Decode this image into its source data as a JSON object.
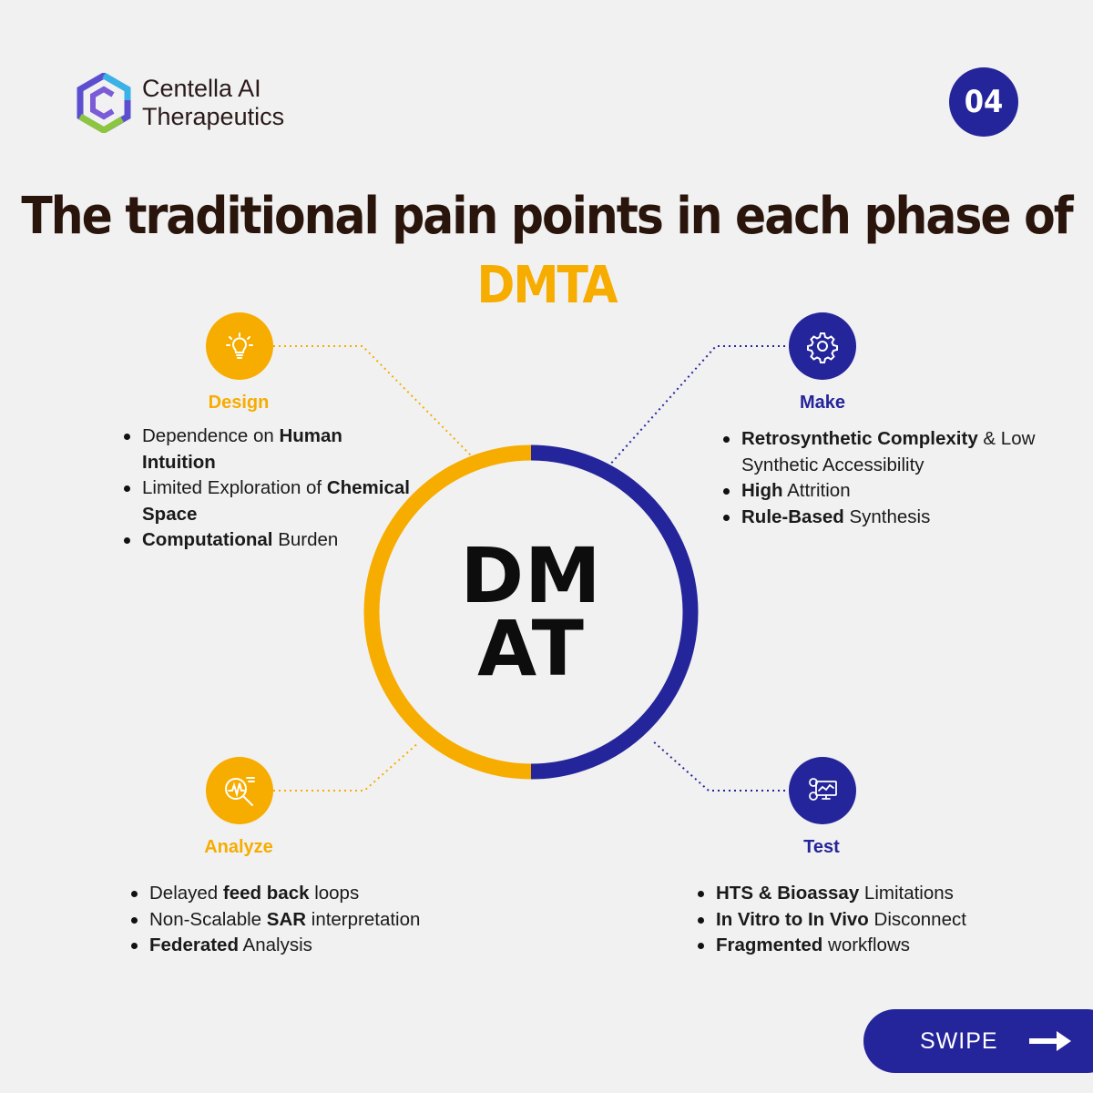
{
  "brand": {
    "line1": "Centella AI",
    "line2": "Therapeutics"
  },
  "page_number": "04",
  "title": {
    "main": "The traditional pain points in each phase of ",
    "accent": "DMTA"
  },
  "center": {
    "line1": "DM",
    "line2": "AT"
  },
  "phases": {
    "design": {
      "label": "Design",
      "icon": "lightbulb-icon",
      "points": [
        [
          {
            "t": "Dependence on "
          },
          {
            "t": "Human Intuition",
            "b": true
          }
        ],
        [
          {
            "t": "Limited Exploration of "
          },
          {
            "t": "Chemical Space",
            "b": true
          }
        ],
        [
          {
            "t": "Computational",
            "b": true
          },
          {
            "t": " Burden"
          }
        ]
      ]
    },
    "make": {
      "label": "Make",
      "icon": "gear-icon",
      "points": [
        [
          {
            "t": "Retrosynthetic Complexity",
            "b": true
          },
          {
            "t": " & Low Synthetic Accessibility"
          }
        ],
        [
          {
            "t": "High",
            "b": true
          },
          {
            "t": " Attrition"
          }
        ],
        [
          {
            "t": "Rule-Based",
            "b": true
          },
          {
            "t": " Synthesis"
          }
        ]
      ]
    },
    "analyze": {
      "label": "Analyze",
      "icon": "magnifier-chart-icon",
      "points": [
        [
          {
            "t": "Delayed "
          },
          {
            "t": "feed back",
            "b": true
          },
          {
            "t": " loops"
          }
        ],
        [
          {
            "t": "Non-Scalable "
          },
          {
            "t": "SAR",
            "b": true
          },
          {
            "t": " interpretation"
          }
        ],
        [
          {
            "t": "Federated",
            "b": true
          },
          {
            "t": " Analysis"
          }
        ]
      ]
    },
    "test": {
      "label": "Test",
      "icon": "monitor-gears-icon",
      "points": [
        [
          {
            "t": "HTS & Bioassay",
            "b": true
          },
          {
            "t": " Limitations"
          }
        ],
        [
          {
            "t": "In Vitro to In Vivo",
            "b": true
          },
          {
            "t": " Disconnect"
          }
        ],
        [
          {
            "t": "Fragmented",
            "b": true
          },
          {
            "t": " workflows"
          }
        ]
      ]
    }
  },
  "swipe": {
    "label": "SWIPE",
    "icon": "arrow-right-icon"
  },
  "colors": {
    "orange": "#f7ac00",
    "blue": "#25259b",
    "background": "#f1f1f1"
  }
}
